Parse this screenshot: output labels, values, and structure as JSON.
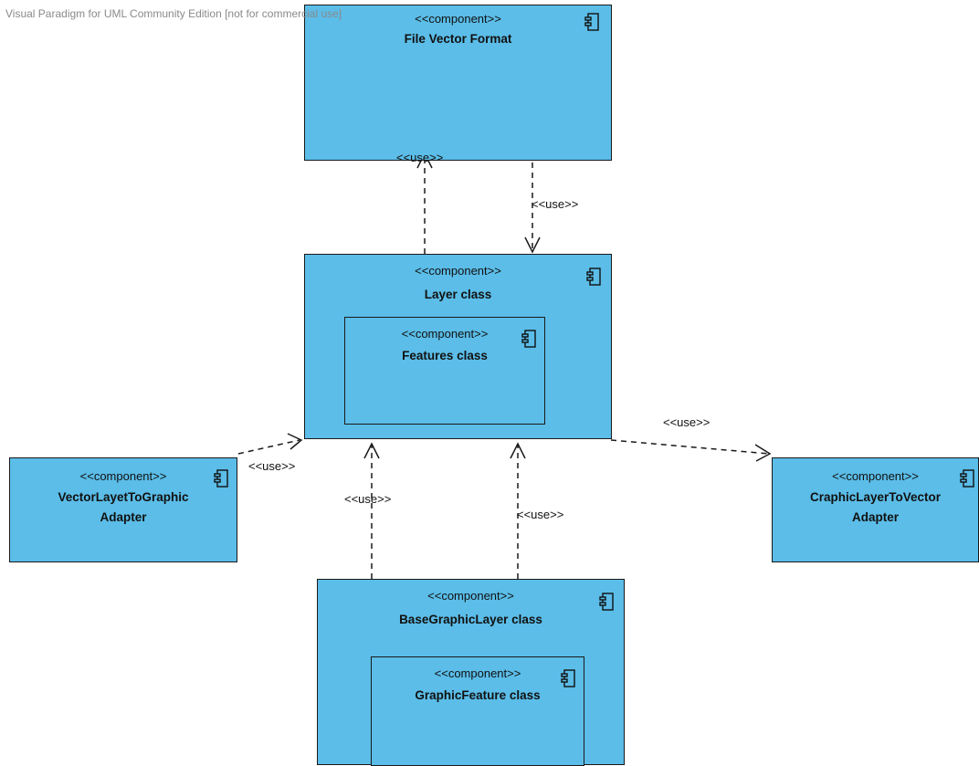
{
  "watermark": "Visual Paradigm for UML Community Edition [not for commercial use]",
  "stereotype": "<<component>>",
  "components": {
    "file_vector_format": {
      "name": "File Vector Format"
    },
    "layer_class": {
      "name": "Layer class"
    },
    "features_class": {
      "name": "Features class"
    },
    "vector_adapter": {
      "name": "VectorLayetToGraphic\nAdapter"
    },
    "graphic_adapter": {
      "name": "CraphicLayerToVector\nAdapter"
    },
    "base_graphic_layer": {
      "name": "BaseGraphicLayer class"
    },
    "graphic_feature": {
      "name": "GraphicFeature class"
    }
  },
  "edge_labels": {
    "layer_to_file": "<<use>>",
    "file_to_layer": "<<use>>",
    "vector_to_layer": "<<use>>",
    "base_to_layer_left": "<<use>>",
    "base_to_layer_right": "<<use>>",
    "layer_to_graphic": "<<use>>"
  },
  "colors": {
    "component_fill": "#5bbde8",
    "border": "#1a1a1a",
    "watermark": "#8a8a8a"
  },
  "icon_name": "component-icon"
}
